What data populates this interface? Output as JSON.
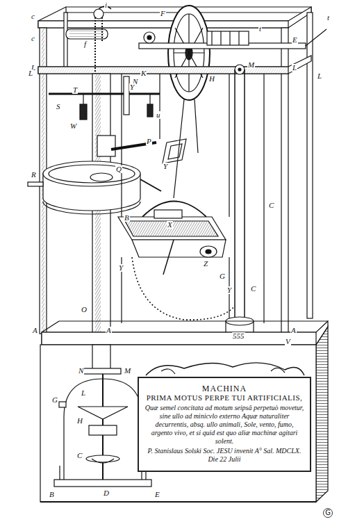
{
  "diagram": {
    "nodes": [
      {
        "text": [
          "MACHINA",
          "PRIMA MOTUS PERPE TUI ARTIFICIALIS,",
          "Quæ semel concitata ad motum seipsâ perpetuò movetur, sine ullo ad minicvlo externo Aquæ naturaliter decurrentis, absq. ullo animali, Sole, vento, fumo, argento vivo, et si quid est quo aliæ machinæ agitari solent.",
          "P. Stanislaus Solski Soc. JESU invenit A° Sal. MDCLX. Die 22 Julii"
        ]
      }
    ],
    "labels": [
      "i",
      "c",
      "c",
      "f",
      "F",
      "t",
      "t",
      "E",
      "L",
      "L",
      "L",
      "L",
      "H",
      "M",
      "N",
      "K",
      "T",
      "Y",
      "u",
      "S",
      "W",
      "R",
      "Q",
      "P",
      "B",
      "X",
      "Y",
      "Y",
      "Z",
      "G",
      "Y",
      "C",
      "C",
      "555",
      "A",
      "A",
      "A",
      "V",
      "O",
      "N",
      "M",
      "G",
      "L",
      "H",
      "C",
      "B",
      "D",
      "E",
      "G"
    ]
  }
}
